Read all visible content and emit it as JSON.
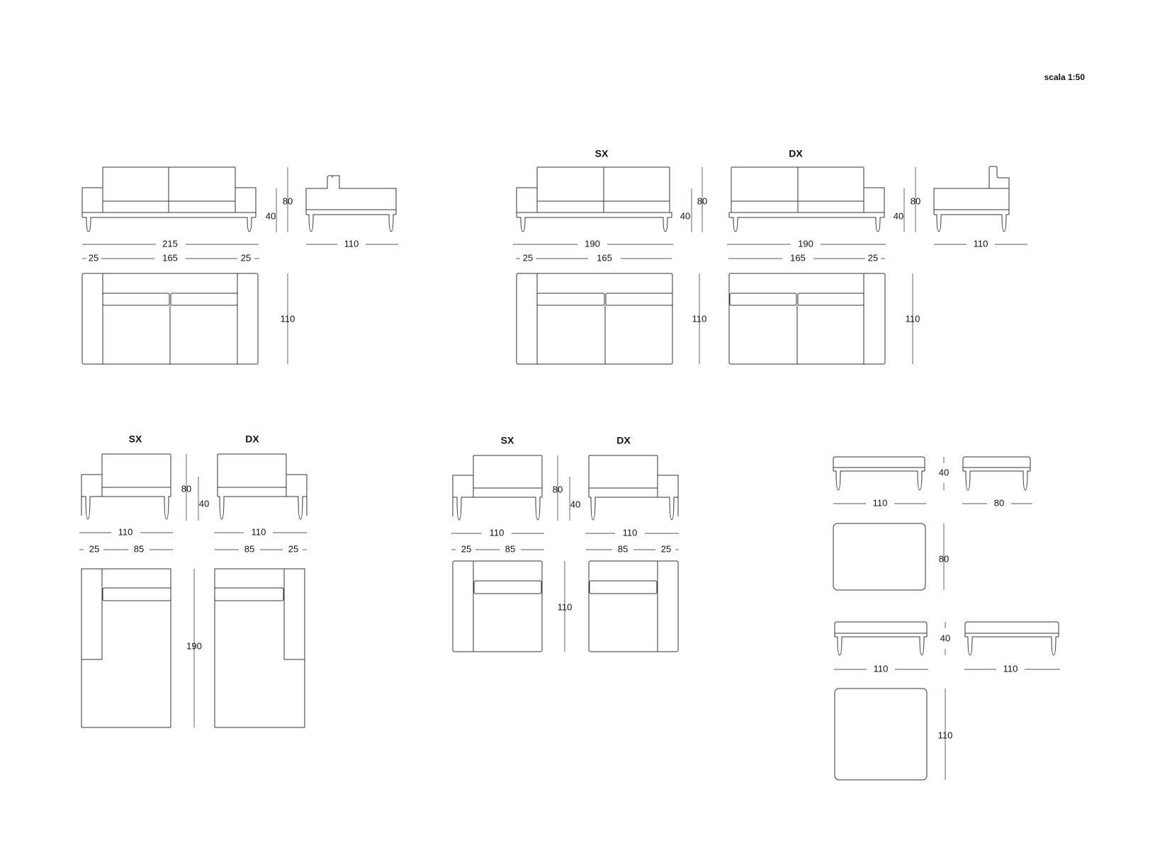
{
  "scale_label": "scala 1:50",
  "labels": {
    "sx": "SX",
    "dx": "DX"
  },
  "sofa215": {
    "width": "215",
    "arm": "25",
    "seat": "165",
    "height": "80",
    "seat_height": "40",
    "depth_side": "110",
    "depth_plan": "110"
  },
  "sofa190": {
    "width": "190",
    "arm": "25",
    "seat": "165",
    "height": "80",
    "seat_height": "40",
    "depth_side": "110",
    "depth_plan": "110"
  },
  "chaise": {
    "width": "110",
    "arm": "25",
    "seat": "85",
    "height": "80",
    "seat_height": "40",
    "length": "190"
  },
  "armchair": {
    "width": "110",
    "arm": "25",
    "seat": "85",
    "height": "80",
    "seat_height": "40",
    "depth": "110"
  },
  "pouf": {
    "height": "40",
    "w110": "110",
    "w80": "80",
    "depth80": "80",
    "depth110": "110"
  }
}
